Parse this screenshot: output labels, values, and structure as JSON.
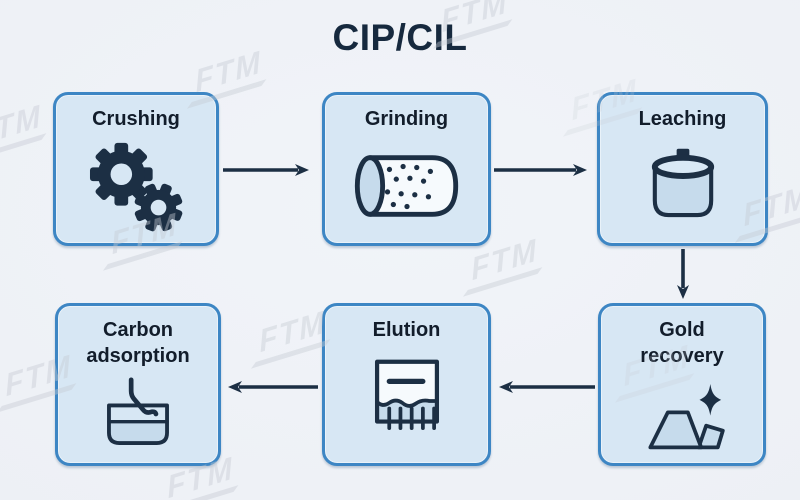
{
  "title": "CIP/CIL",
  "watermark": {
    "text": "FTM"
  },
  "colors": {
    "background": "#edf0f5",
    "box_fill": "#d7e7f4",
    "box_border": "#3d86c4",
    "ink": "#1c2f44",
    "title_text": "#16293e",
    "label_text": "#121d2b",
    "liquid_fill": "#c6dbec",
    "watermark": "#c6cbd4"
  },
  "flow": {
    "steps": [
      {
        "label": "Crushing",
        "icon": "gears-icon"
      },
      {
        "label": "Grinding",
        "icon": "ball-mill-cylinder-icon"
      },
      {
        "label": "Leaching",
        "icon": "leach-tank-icon"
      },
      {
        "label": "Gold recovery",
        "icon": "gold-bars-sparkle-icon"
      },
      {
        "label": "Elution",
        "icon": "elution-column-icon"
      },
      {
        "label": "Carbon adsorption",
        "icon": "carbon-adsorption-tank-icon"
      }
    ],
    "arrows": [
      {
        "from": "Crushing",
        "to": "Grinding",
        "direction": "right"
      },
      {
        "from": "Grinding",
        "to": "Leaching",
        "direction": "right"
      },
      {
        "from": "Leaching",
        "to": "Gold recovery",
        "direction": "down"
      },
      {
        "from": "Gold recovery",
        "to": "Elution",
        "direction": "left"
      },
      {
        "from": "Elution",
        "to": "Carbon adsorption",
        "direction": "left"
      }
    ]
  }
}
